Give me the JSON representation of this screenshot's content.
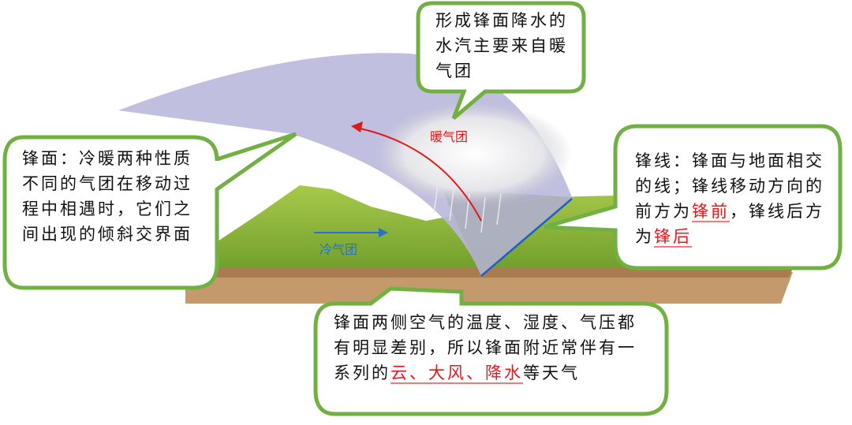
{
  "callouts": {
    "top": {
      "text": "形成锋面降水的水汽主要来自暖气团"
    },
    "left": {
      "text": "锋面：冷暖两种性质不同的气团在移动过程中相遇时，它们之间出现的倾斜交界面"
    },
    "right": {
      "text_1": "锋线：锋面与地面相交的线；锋线移动方向的前方为",
      "highlight_1": "锋前",
      "text_2": "，锋线后方为",
      "highlight_2": "锋后"
    },
    "bottom": {
      "text_1": "锋面两侧空气的温度、湿度、气压都有明显差别，所以锋面附近常伴有一系列的",
      "highlight": "云、大风、降水",
      "text_2": "等天气"
    }
  },
  "labels": {
    "warm_air_mass": "暖气团",
    "cold_air_mass": "冷气团"
  },
  "colors": {
    "callout_border": "#72b043",
    "highlight": "#e8161b",
    "warm_arrow": "#e01818",
    "cold_arrow": "#2a73c4",
    "front_line": "#1f5fc8",
    "front_surface": "#b9b8dc",
    "ground": "#8cb83a",
    "soil": "#c49a6c"
  }
}
